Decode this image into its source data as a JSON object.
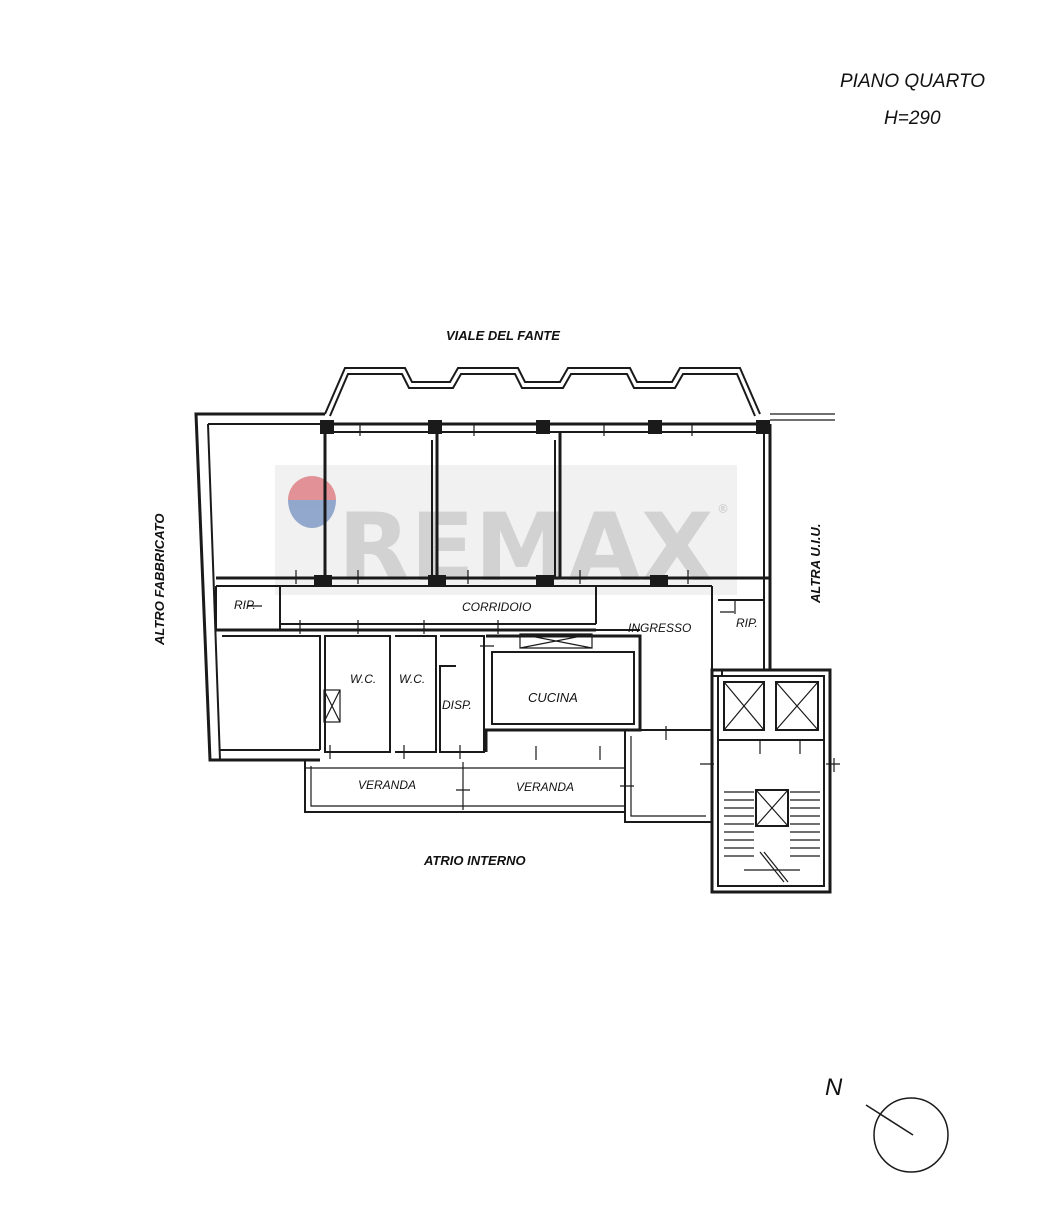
{
  "header": {
    "floor": "PIANO QUARTO",
    "height": "H=290"
  },
  "streets": {
    "north": "VIALE DEL FANTE",
    "west": "ALTRO FABBRICATO",
    "east": "ALTRA U.I.U.",
    "south": "ATRIO INTERNO"
  },
  "rooms": {
    "rip_left": "RIP.",
    "corridor": "CORRIDOIO",
    "entrance": "INGRESSO",
    "rip_right": "RIP.",
    "wc1": "W.C.",
    "wc2": "W.C.",
    "pantry": "DISP.",
    "kitchen": "CUCINA",
    "veranda1": "VERANDA",
    "veranda2": "VERANDA"
  },
  "compass": {
    "north_label": "N"
  },
  "watermark": {
    "text": "REMAX",
    "registered": "®"
  }
}
